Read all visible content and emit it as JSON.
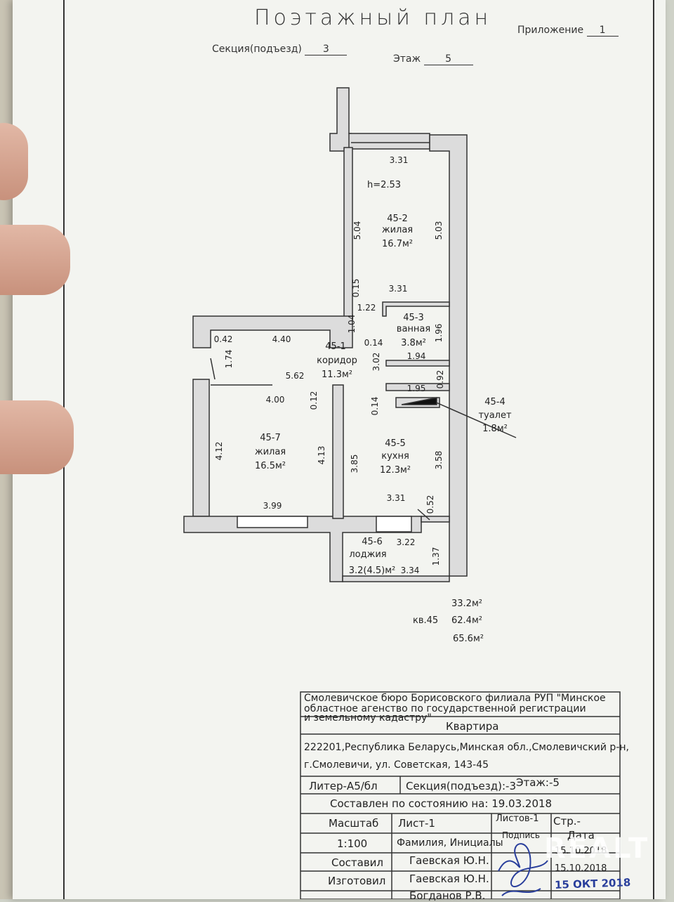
{
  "header": {
    "title": "Поэтажный план",
    "appendix_label": "Приложение",
    "appendix_value": "1",
    "section_label": "Секция(подъезд)",
    "section_value": "3",
    "floor_label": "Этаж",
    "floor_value": "5"
  },
  "rooms": {
    "r452": {
      "code": "45-2",
      "name": "жилая",
      "area": "16.7м²",
      "height": "h=2.53"
    },
    "r453": {
      "code": "45-3",
      "name": "ванная",
      "area": "3.8м²"
    },
    "r451": {
      "code": "45-1",
      "name": "коридор",
      "area": "11.3м²"
    },
    "r454": {
      "code": "45-4",
      "name": "туалет",
      "area": "1.8м²"
    },
    "r457": {
      "code": "45-7",
      "name": "жилая",
      "area": "16.5м²"
    },
    "r455": {
      "code": "45-5",
      "name": "кухня",
      "area": "12.3м²"
    },
    "r456": {
      "code": "45-6",
      "name": "лоджия",
      "area": "3.2(4.5)м²"
    }
  },
  "dims": {
    "d331a": "3.31",
    "d504": "5.04",
    "d503": "5.03",
    "d015": "0.15",
    "d331b": "3.31",
    "d122": "1.22",
    "d104": "1.04",
    "d196": "1.96",
    "d042": "0.42",
    "d440": "4.40",
    "d014a": "0.14",
    "d174": "1.74",
    "d302": "3.02",
    "d194": "1.94",
    "d562": "5.62",
    "d092": "0.92",
    "d195": "1.95",
    "d012": "0.12",
    "d400": "4.00",
    "d014b": "0.14",
    "d412": "4.12",
    "d413": "4.13",
    "d385": "3.85",
    "d358": "3.58",
    "d331c": "3.31",
    "d052": "0.52",
    "d399": "3.99",
    "d322": "3.22",
    "d137": "1.37",
    "d334": "3.34"
  },
  "totals": {
    "apt_label": "кв.45",
    "living": "33.2м²",
    "total": "62.4м²",
    "total_loggia": "65.6м²"
  },
  "title_block": {
    "org": "Смолевичское бюро Борисовского филиала РУП \"Минское",
    "org2": "областное агенство по государственной регистрации",
    "org3": "и земельному кадастру\"",
    "object": "Квартира",
    "address1": "222201,Республика Беларусь,Минская обл.,Смолевичский р-н,",
    "address2": "г.Смолевичи, ул. Советская, 143-45",
    "litera": "Литер-А5/бл",
    "section": "Секция(подъезд):-3",
    "floor": "Этаж:-5",
    "state_date": "Составлен по состоянию на: 19.03.2018",
    "scale_label": "Масштаб",
    "sheet_label": "Лист-1",
    "sheets_label": "Листов-1",
    "pages_label": "Стр.-",
    "scale_value": "1:100",
    "name_header": "Фамилия, Инициалы",
    "signature_header": "Подпись",
    "date_header": "Дата",
    "compiled_label": "Составил",
    "compiled_name": "Гаевская Ю.Н.",
    "compiled_date": "15.10.2018",
    "made_label": "Изготовил",
    "made_name": "Гаевская Ю.Н.",
    "made_date": "15.10.2018",
    "stamp_date": "15 ОКТ 2018",
    "checked_name": "Богданов Р.В."
  },
  "watermark": "REALT",
  "colors": {
    "paper": "#f3f4f0",
    "ink": "#222222",
    "stamp": "#2a3f9c",
    "wall": "#d8d8d8"
  }
}
